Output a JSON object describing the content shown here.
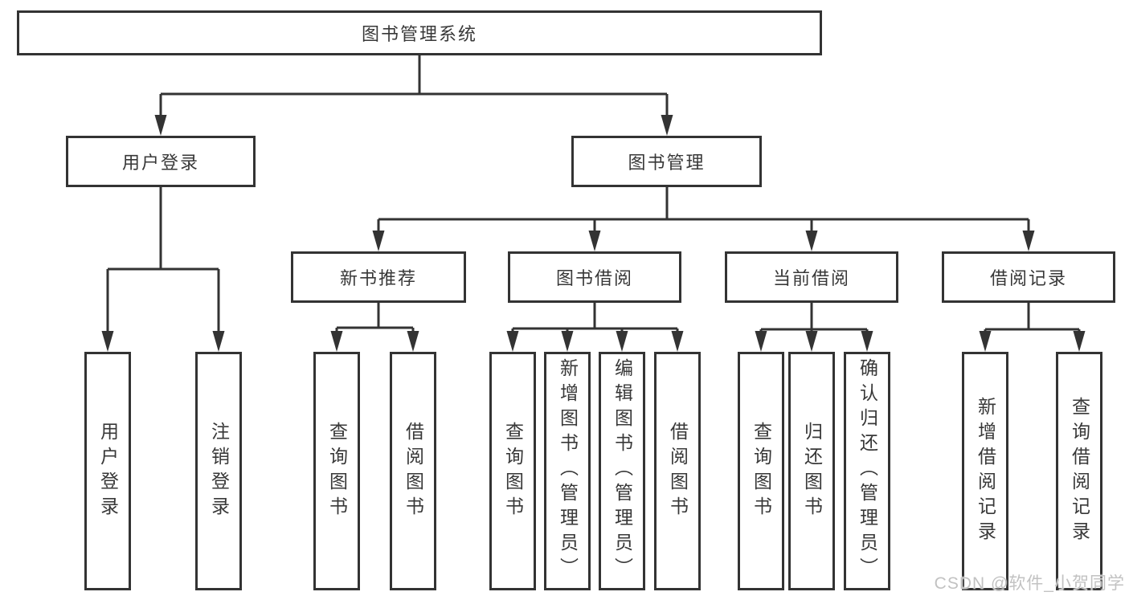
{
  "colors": {
    "line": "#333333",
    "text": "#383838",
    "box_background": "#ffffff",
    "page_background": "#ffffff",
    "watermark": "#c2c2c2"
  },
  "tree": {
    "root": {
      "label": "图书管理系统"
    },
    "children": [
      {
        "label": "用户登录",
        "children": [
          {
            "label": "用户登录"
          },
          {
            "label": "注销登录"
          }
        ]
      },
      {
        "label": "图书管理",
        "children": [
          {
            "label": "新书推荐",
            "children": [
              {
                "label": "查询图书"
              },
              {
                "label": "借阅图书"
              }
            ]
          },
          {
            "label": "图书借阅",
            "children": [
              {
                "label": "查询图书"
              },
              {
                "label": "新增图书（管理员）"
              },
              {
                "label": "编辑图书（管理员）"
              },
              {
                "label": "借阅图书"
              }
            ]
          },
          {
            "label": "当前借阅",
            "children": [
              {
                "label": "查询图书"
              },
              {
                "label": "归还图书"
              },
              {
                "label": "确认归还（管理员）"
              }
            ]
          },
          {
            "label": "借阅记录",
            "children": [
              {
                "label": "新增借阅记录"
              },
              {
                "label": "查询借阅记录"
              }
            ]
          }
        ]
      }
    ]
  },
  "watermark": {
    "text": "CSDN @软件_小贺同学"
  }
}
